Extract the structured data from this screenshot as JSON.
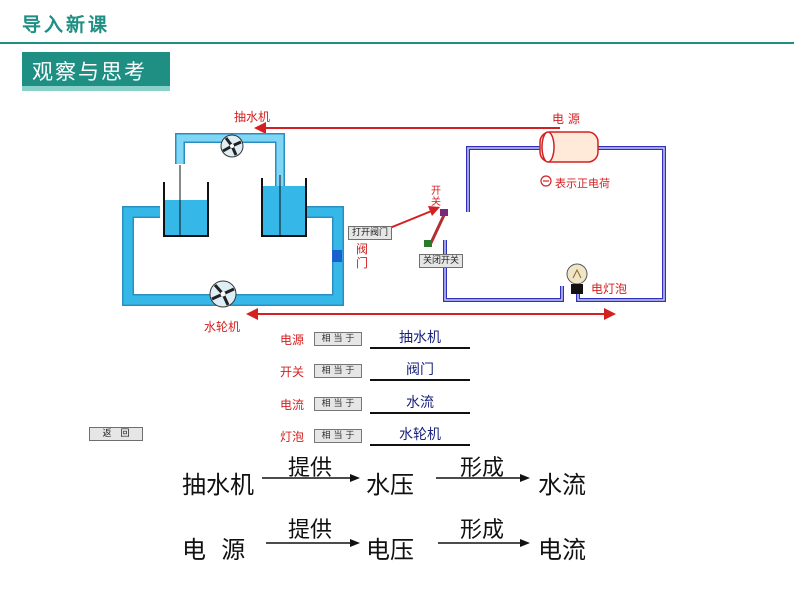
{
  "header": {
    "lesson_title": "导入新课",
    "section_label": "观察与思考"
  },
  "diagram": {
    "pump_label": "抽水机",
    "power_label": "电 源",
    "charge_legend": "表示正电荷",
    "switch_label_1": "开",
    "switch_label_2": "关",
    "valve_label_1": "阀",
    "valve_label_2": "门",
    "open_valve_button": "打开阀门",
    "close_switch_button": "关闭开关",
    "bulb_label": "电灯泡",
    "turbine_label": "水轮机",
    "back_button": "返　回"
  },
  "mapping": {
    "equals_button": "相 当 于",
    "rows": [
      {
        "term": "电源",
        "answer": "抽水机"
      },
      {
        "term": "开关",
        "answer": "阀门"
      },
      {
        "term": "电流",
        "answer": "水流"
      },
      {
        "term": "灯泡",
        "answer": "水轮机"
      }
    ]
  },
  "equations": {
    "row1": {
      "subject": "抽水机",
      "verb1": "提供",
      "middle": "水压",
      "verb2": "形成",
      "result": "水流"
    },
    "row2": {
      "subject": "电  源",
      "verb1": "提供",
      "middle": "电压",
      "verb2": "形成",
      "result": "电流"
    }
  },
  "colors": {
    "teal": "#1f8f84",
    "water": "#35b8e8",
    "wire": "#3030c0",
    "arrow_red": "#d42020"
  }
}
